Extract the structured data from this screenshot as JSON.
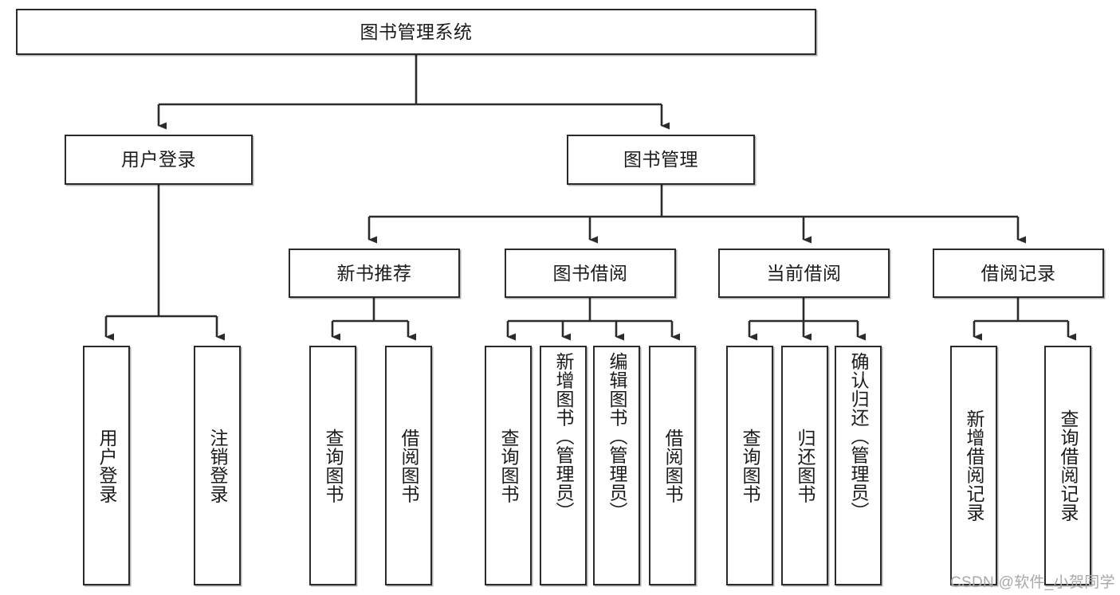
{
  "diagram": {
    "title": "图书管理系统",
    "type": "tree-hierarchy",
    "watermark": "CSDN @软件_小贺同学",
    "colors": {
      "node_border": "#2b2b2b",
      "node_fill": "#ffffff",
      "edge": "#2b2b2b",
      "text": "#1b1b1b",
      "watermark": "#a8a8a8",
      "background": "#ffffff"
    },
    "nodes": {
      "root": {
        "label": "图书管理系统"
      },
      "level2": [
        {
          "id": "user-login",
          "label": "用户登录"
        },
        {
          "id": "book-manage",
          "label": "图书管理"
        }
      ],
      "level3": [
        {
          "id": "new-book-recommend",
          "label": "新书推荐"
        },
        {
          "id": "book-borrow",
          "label": "图书借阅"
        },
        {
          "id": "current-borrow",
          "label": "当前借阅"
        },
        {
          "id": "borrow-record",
          "label": "借阅记录"
        }
      ],
      "leaves": [
        {
          "id": "leaf-user-login",
          "label": "用户登录",
          "parent": "user-login"
        },
        {
          "id": "leaf-user-logout",
          "label": "注销登录",
          "parent": "user-login"
        },
        {
          "id": "leaf-query-book-1",
          "label": "查询图书",
          "parent": "new-book-recommend"
        },
        {
          "id": "leaf-borrow-book-1",
          "label": "借阅图书",
          "parent": "new-book-recommend"
        },
        {
          "id": "leaf-query-book-2",
          "label": "查询图书",
          "parent": "book-borrow"
        },
        {
          "id": "leaf-add-book-admin",
          "label": "新增图书（管理员）",
          "parent": "book-borrow"
        },
        {
          "id": "leaf-edit-book-admin",
          "label": "编辑图书（管理员）",
          "parent": "book-borrow"
        },
        {
          "id": "leaf-borrow-book-2",
          "label": "借阅图书",
          "parent": "book-borrow"
        },
        {
          "id": "leaf-query-book-3",
          "label": "查询图书",
          "parent": "current-borrow"
        },
        {
          "id": "leaf-return-book",
          "label": "归还图书",
          "parent": "current-borrow"
        },
        {
          "id": "leaf-confirm-return-admin",
          "label": "确认归还（管理员）",
          "parent": "current-borrow"
        },
        {
          "id": "leaf-add-borrow-record",
          "label": "新增借阅记录",
          "parent": "borrow-record"
        },
        {
          "id": "leaf-query-borrow-record",
          "label": "查询借阅记录",
          "parent": "borrow-record"
        }
      ]
    }
  }
}
